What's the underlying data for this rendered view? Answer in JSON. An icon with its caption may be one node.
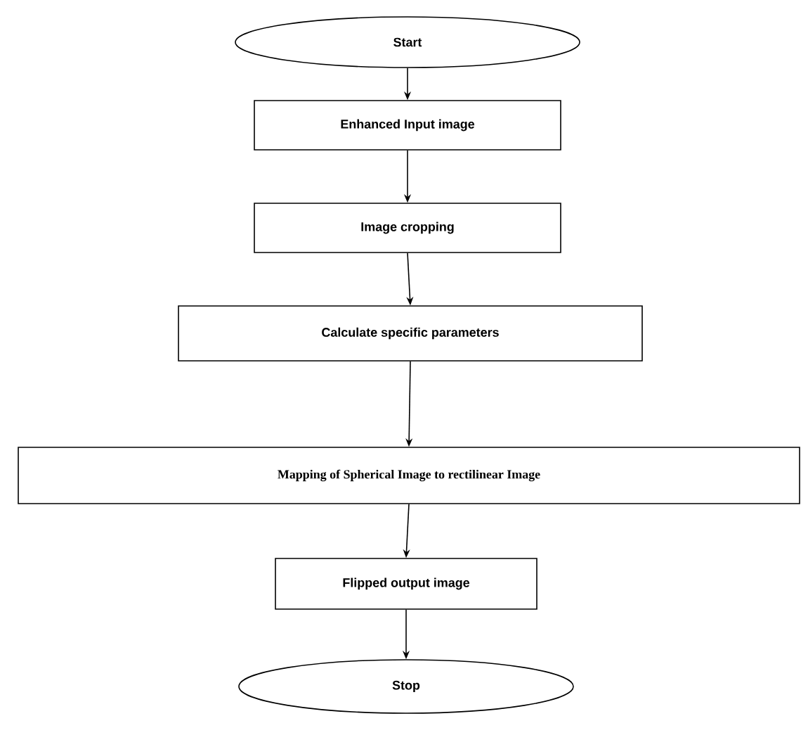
{
  "diagram": {
    "nodes": [
      {
        "text": [
          "Start"
        ]
      },
      {
        "text": [
          "Enhanced Input image"
        ]
      },
      {
        "text": [
          "Image cropping"
        ]
      },
      {
        "text": [
          "Calculate specific parameters"
        ]
      },
      {
        "text": [
          "Mapping of Spherical Image to rectilinear Image"
        ]
      },
      {
        "text": [
          "Flipped output image"
        ]
      },
      {
        "text": [
          "Stop"
        ]
      }
    ],
    "edges": [
      {
        "from": 0,
        "to": 1,
        "arrow": "to"
      },
      {
        "from": 1,
        "to": 2,
        "arrow": "to"
      },
      {
        "from": 2,
        "to": 3,
        "arrow": "to"
      },
      {
        "from": 3,
        "to": 4,
        "arrow": "to"
      },
      {
        "from": 4,
        "to": 5,
        "arrow": "to"
      },
      {
        "from": 5,
        "to": 6,
        "arrow": "to"
      }
    ]
  }
}
